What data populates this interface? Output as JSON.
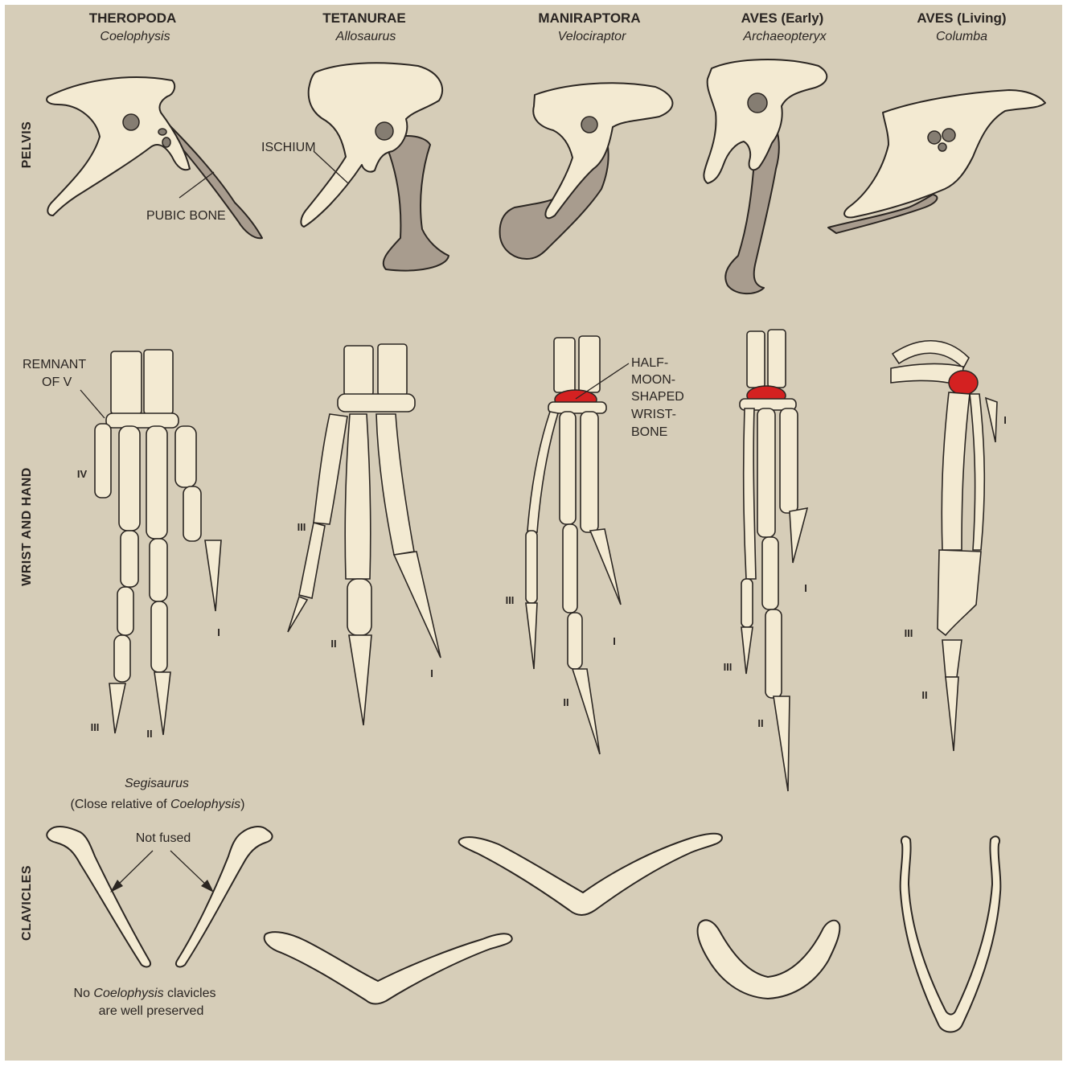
{
  "columns": [
    {
      "clade": "THEROPODA",
      "genus": "Coelophysis"
    },
    {
      "clade": "TETANURAE",
      "genus": "Allosaurus"
    },
    {
      "clade": "MANIRAPTORA",
      "genus": "Velociraptor"
    },
    {
      "clade": "AVES (Early)",
      "genus": "Archaeopteryx"
    },
    {
      "clade": "AVES (Living)",
      "genus": "Columba"
    }
  ],
  "rows": {
    "pelvis": "PELVIS",
    "wrist_hand": "WRIST AND HAND",
    "clavicles": "CLAVICLES"
  },
  "annotations": {
    "ischium": "ISCHIUM",
    "pubic_bone": "PUBIC BONE",
    "remnant_1": "REMNANT",
    "remnant_2": "OF V",
    "halfmoon": [
      "HALF-",
      "MOON-",
      "SHAPED",
      "WRIST-",
      "BONE"
    ],
    "segisaurus": "Segisaurus",
    "close_relative_pre": "(Close relative of ",
    "close_relative_genus": "Coelophysis",
    "close_relative_post": ")",
    "not_fused": "Not fused",
    "no_clav_1_pre": "No ",
    "no_clav_1_genus": "Coelophysis",
    "no_clav_1_post": " clavicles",
    "no_clav_2": "are well preserved"
  },
  "digits": {
    "col1": {
      "iv": "IV",
      "i": "I",
      "iii": "III",
      "ii": "II"
    },
    "col2": {
      "iii": "III",
      "ii": "II",
      "i": "I"
    },
    "col3": {
      "iii": "III",
      "i": "I",
      "ii": "II"
    },
    "col4": {
      "i": "I",
      "iii": "III",
      "ii": "II"
    },
    "col5": {
      "i": "I",
      "iii": "III",
      "ii": "II"
    }
  },
  "colors": {
    "background": "#d6cdb8",
    "bone": "#f3ead2",
    "pubis": "#a89c8e",
    "wristbone": "#d42121",
    "outline": "#2b2622"
  }
}
